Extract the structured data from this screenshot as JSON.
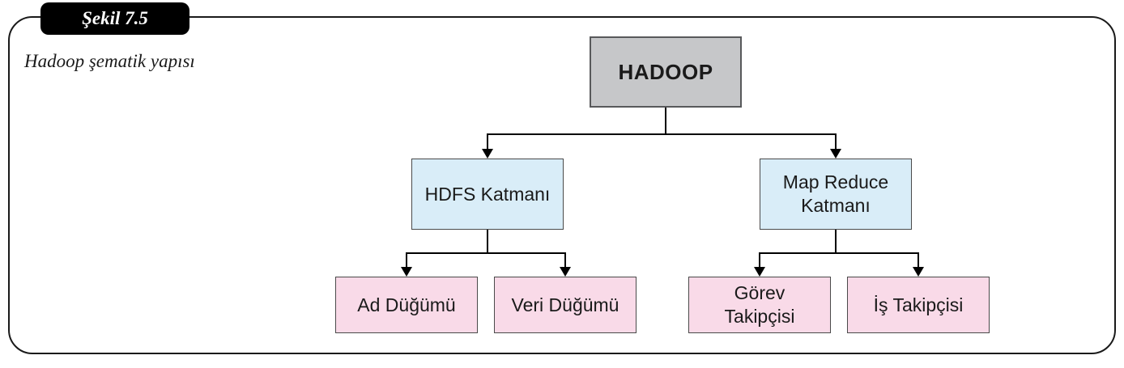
{
  "figure": {
    "label": "Şekil 7.5",
    "caption": "Hadoop şematik yapısı"
  },
  "diagram": {
    "root": {
      "label": "HADOOP"
    },
    "level2": [
      {
        "label": "HDFS Katmanı"
      },
      {
        "label": "Map Reduce Katmanı"
      }
    ],
    "level3": [
      {
        "label": "Ad Düğümü"
      },
      {
        "label": "Veri Düğümü"
      },
      {
        "label": "Görev Takipçisi"
      },
      {
        "label": "İş Takipçisi"
      }
    ],
    "colors": {
      "root_fill": "#c6c7c9",
      "layer_fill": "#d9edf8",
      "leaf_fill": "#f9dae8",
      "line": "#000000",
      "frame": "#1a1a1a",
      "tab_bg": "#000000"
    }
  }
}
